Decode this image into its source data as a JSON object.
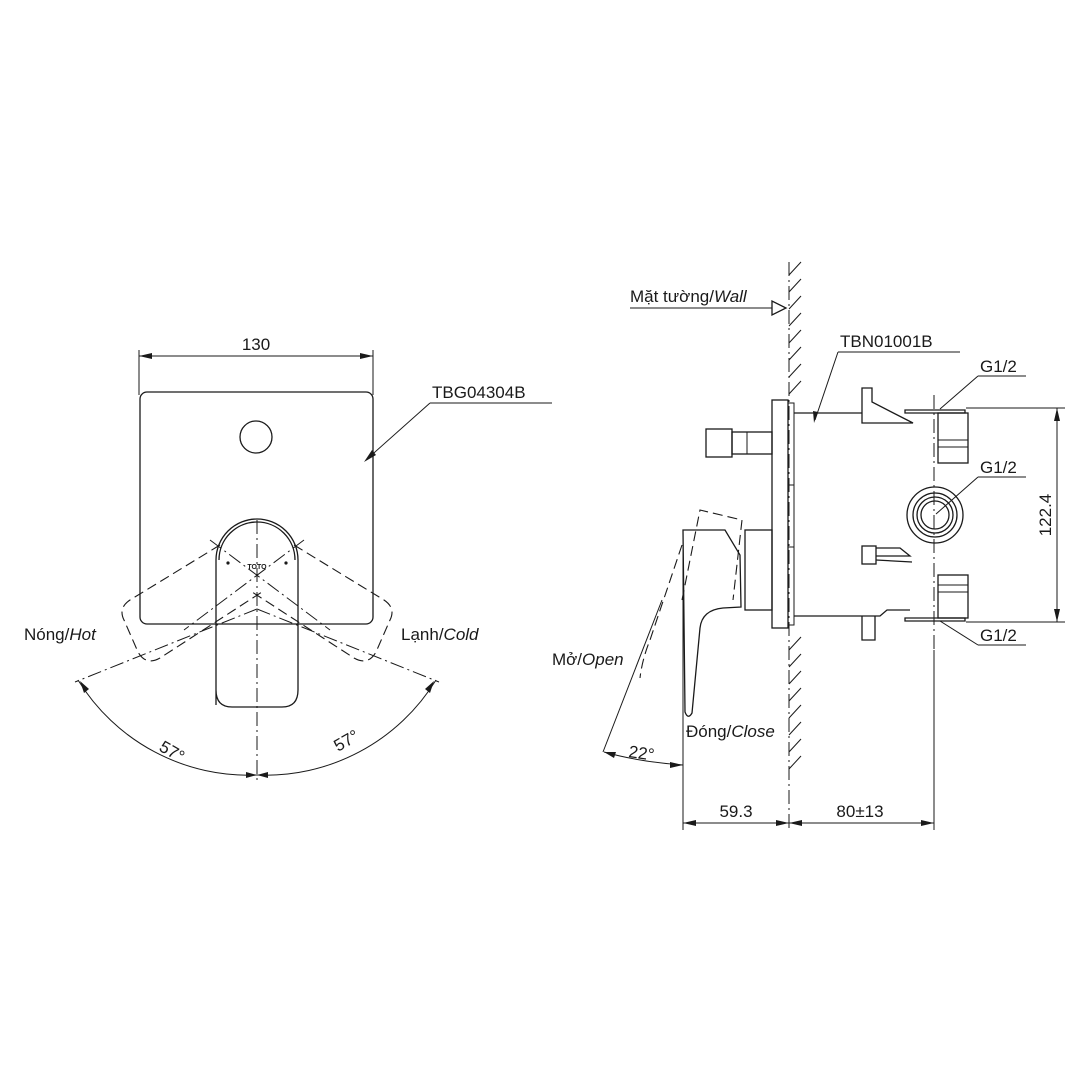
{
  "front_view": {
    "width_dimension": "130",
    "cover_plate_model": "TBG04304B",
    "logo_text": "TOTO",
    "hot_label_vi": "Nóng/",
    "hot_label_en": "Hot",
    "cold_label_vi": "Lạnh/",
    "cold_label_en": "Cold",
    "angle_left": "57°",
    "angle_right": "57°"
  },
  "side_view": {
    "wall_label_vi": "Mặt tường/",
    "wall_label_en": "Wall",
    "body_model": "TBN01001B",
    "thread_top": "G1/2",
    "thread_middle": "G1/2",
    "thread_bottom": "G1/2",
    "height_dimension": "122.4",
    "open_label_vi": "Mở/",
    "open_label_en": "Open",
    "close_label_vi": "Đóng/",
    "close_label_en": "Close",
    "open_angle": "22°",
    "projection_dimension": "59.3",
    "depth_dimension": "80±13"
  },
  "colors": {
    "line": "#1a1a1a",
    "background": "#ffffff"
  }
}
